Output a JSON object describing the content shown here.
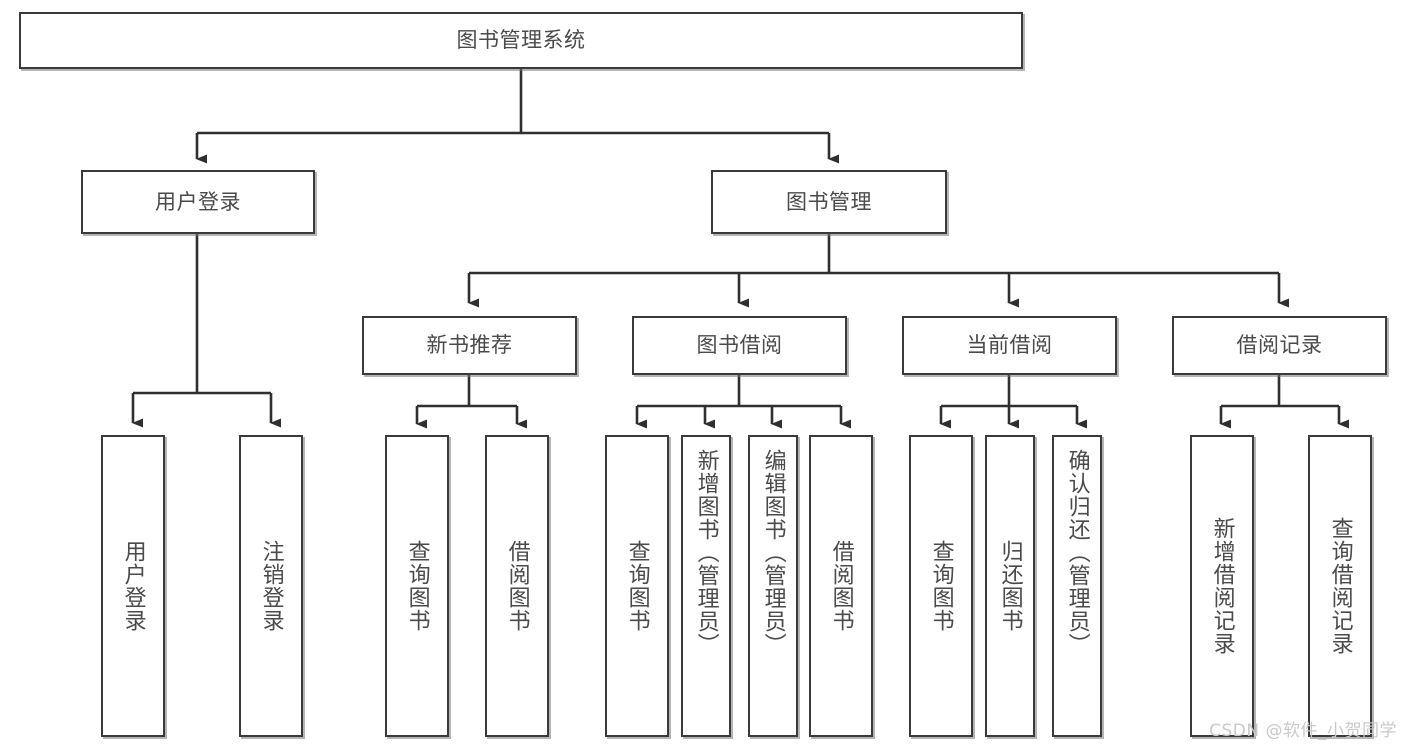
{
  "diagram": {
    "type": "tree",
    "title": "图书管理系统",
    "root": {
      "id": "root",
      "label": "图书管理系统"
    },
    "level2": [
      {
        "id": "user-login",
        "label": "用户登录"
      },
      {
        "id": "book-management",
        "label": "图书管理"
      }
    ],
    "level3": [
      {
        "id": "new-book-recommend",
        "label": "新书推荐",
        "parent": "book-management"
      },
      {
        "id": "book-borrow",
        "label": "图书借阅",
        "parent": "book-management"
      },
      {
        "id": "current-borrow",
        "label": "当前借阅",
        "parent": "book-management"
      },
      {
        "id": "borrow-record",
        "label": "借阅记录",
        "parent": "book-management"
      }
    ],
    "leaves": [
      {
        "id": "leaf-user-login",
        "label": "用户登录",
        "parent": "user-login"
      },
      {
        "id": "leaf-user-logout",
        "label": "注销登录",
        "parent": "user-login"
      },
      {
        "id": "leaf-query-book-1",
        "label": "查询图书",
        "parent": "new-book-recommend"
      },
      {
        "id": "leaf-borrow-book-1",
        "label": "借阅图书",
        "parent": "new-book-recommend"
      },
      {
        "id": "leaf-query-book-2",
        "label": "查询图书",
        "parent": "book-borrow"
      },
      {
        "id": "leaf-add-book",
        "label": "新增图书（管理员）",
        "parent": "book-borrow"
      },
      {
        "id": "leaf-edit-book",
        "label": "编辑图书（管理员）",
        "parent": "book-borrow"
      },
      {
        "id": "leaf-borrow-book-2",
        "label": "借阅图书",
        "parent": "book-borrow"
      },
      {
        "id": "leaf-query-book-3",
        "label": "查询图书",
        "parent": "current-borrow"
      },
      {
        "id": "leaf-return-book",
        "label": "归还图书",
        "parent": "current-borrow"
      },
      {
        "id": "leaf-confirm-return",
        "label": "确认归还（管理员）",
        "parent": "current-borrow"
      },
      {
        "id": "leaf-add-record",
        "label": "新增借阅记录",
        "parent": "borrow-record"
      },
      {
        "id": "leaf-query-record",
        "label": "查询借阅记录",
        "parent": "borrow-record"
      }
    ]
  },
  "watermark": {
    "text": "CSDN @软件_小贺同学"
  },
  "colors": {
    "border": "#3a3a3a",
    "text": "#4a4a4a",
    "background": "#ffffff",
    "connector": "#2f2f2f",
    "watermark": "#c9c9c9"
  }
}
